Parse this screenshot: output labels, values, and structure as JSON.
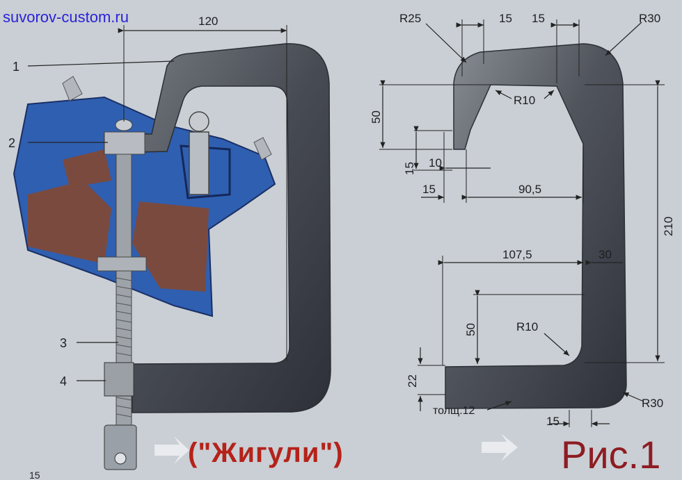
{
  "watermark": "suvorov-custom.ru",
  "caption_model": "(\"Жигули\")",
  "figure_label": "Рис.1",
  "left_drawing": {
    "top_dimension": "120",
    "callouts": [
      "1",
      "2",
      "3",
      "4"
    ],
    "bottom_dimension": "15"
  },
  "right_drawing": {
    "dims": {
      "r25": "R25",
      "top15_a": "15",
      "top15_b": "15",
      "r30_top": "R30",
      "r10_top": "R10",
      "d50_top": "50",
      "d15_left": "15",
      "d10": "10",
      "d15_side": "15",
      "d90_5": "90,5",
      "d210": "210",
      "d107_5": "107,5",
      "d30": "30",
      "d50_bottom": "50",
      "r10_bottom": "R10",
      "d22": "22",
      "thickness": "толщ.12",
      "d15_bottom": "15",
      "r30_bottom": "R30"
    }
  },
  "colors": {
    "background": "#c9cfd4",
    "frame_dark": "#3a3e46",
    "frame_light": "#7a7f86",
    "head_blue": "#2f5fb0",
    "head_brown": "#7b4a3e",
    "watermark": "#2b22d8",
    "caption_red": "#b5221a"
  }
}
